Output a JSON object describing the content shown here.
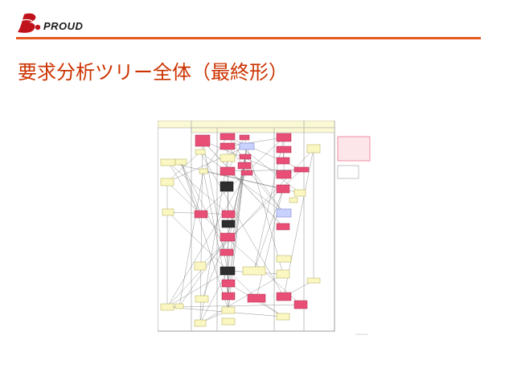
{
  "logo": {
    "mark": "B",
    "tail": "e",
    "text": "PROUD"
  },
  "title": "要求分析ツリー全体（最終形）",
  "colors": {
    "title": "#cc3300",
    "rule": "#e65a1f",
    "logo_mark": "#c0121b",
    "req_pink": "#e94f76",
    "req_yellow": "#fbf7c2",
    "req_dark": "#2e2e2e",
    "req_blue": "#c9d2ff",
    "lane_header": "#fbf8d4"
  },
  "icons": {
    "diagram": "requirement-tree-diagram"
  }
}
